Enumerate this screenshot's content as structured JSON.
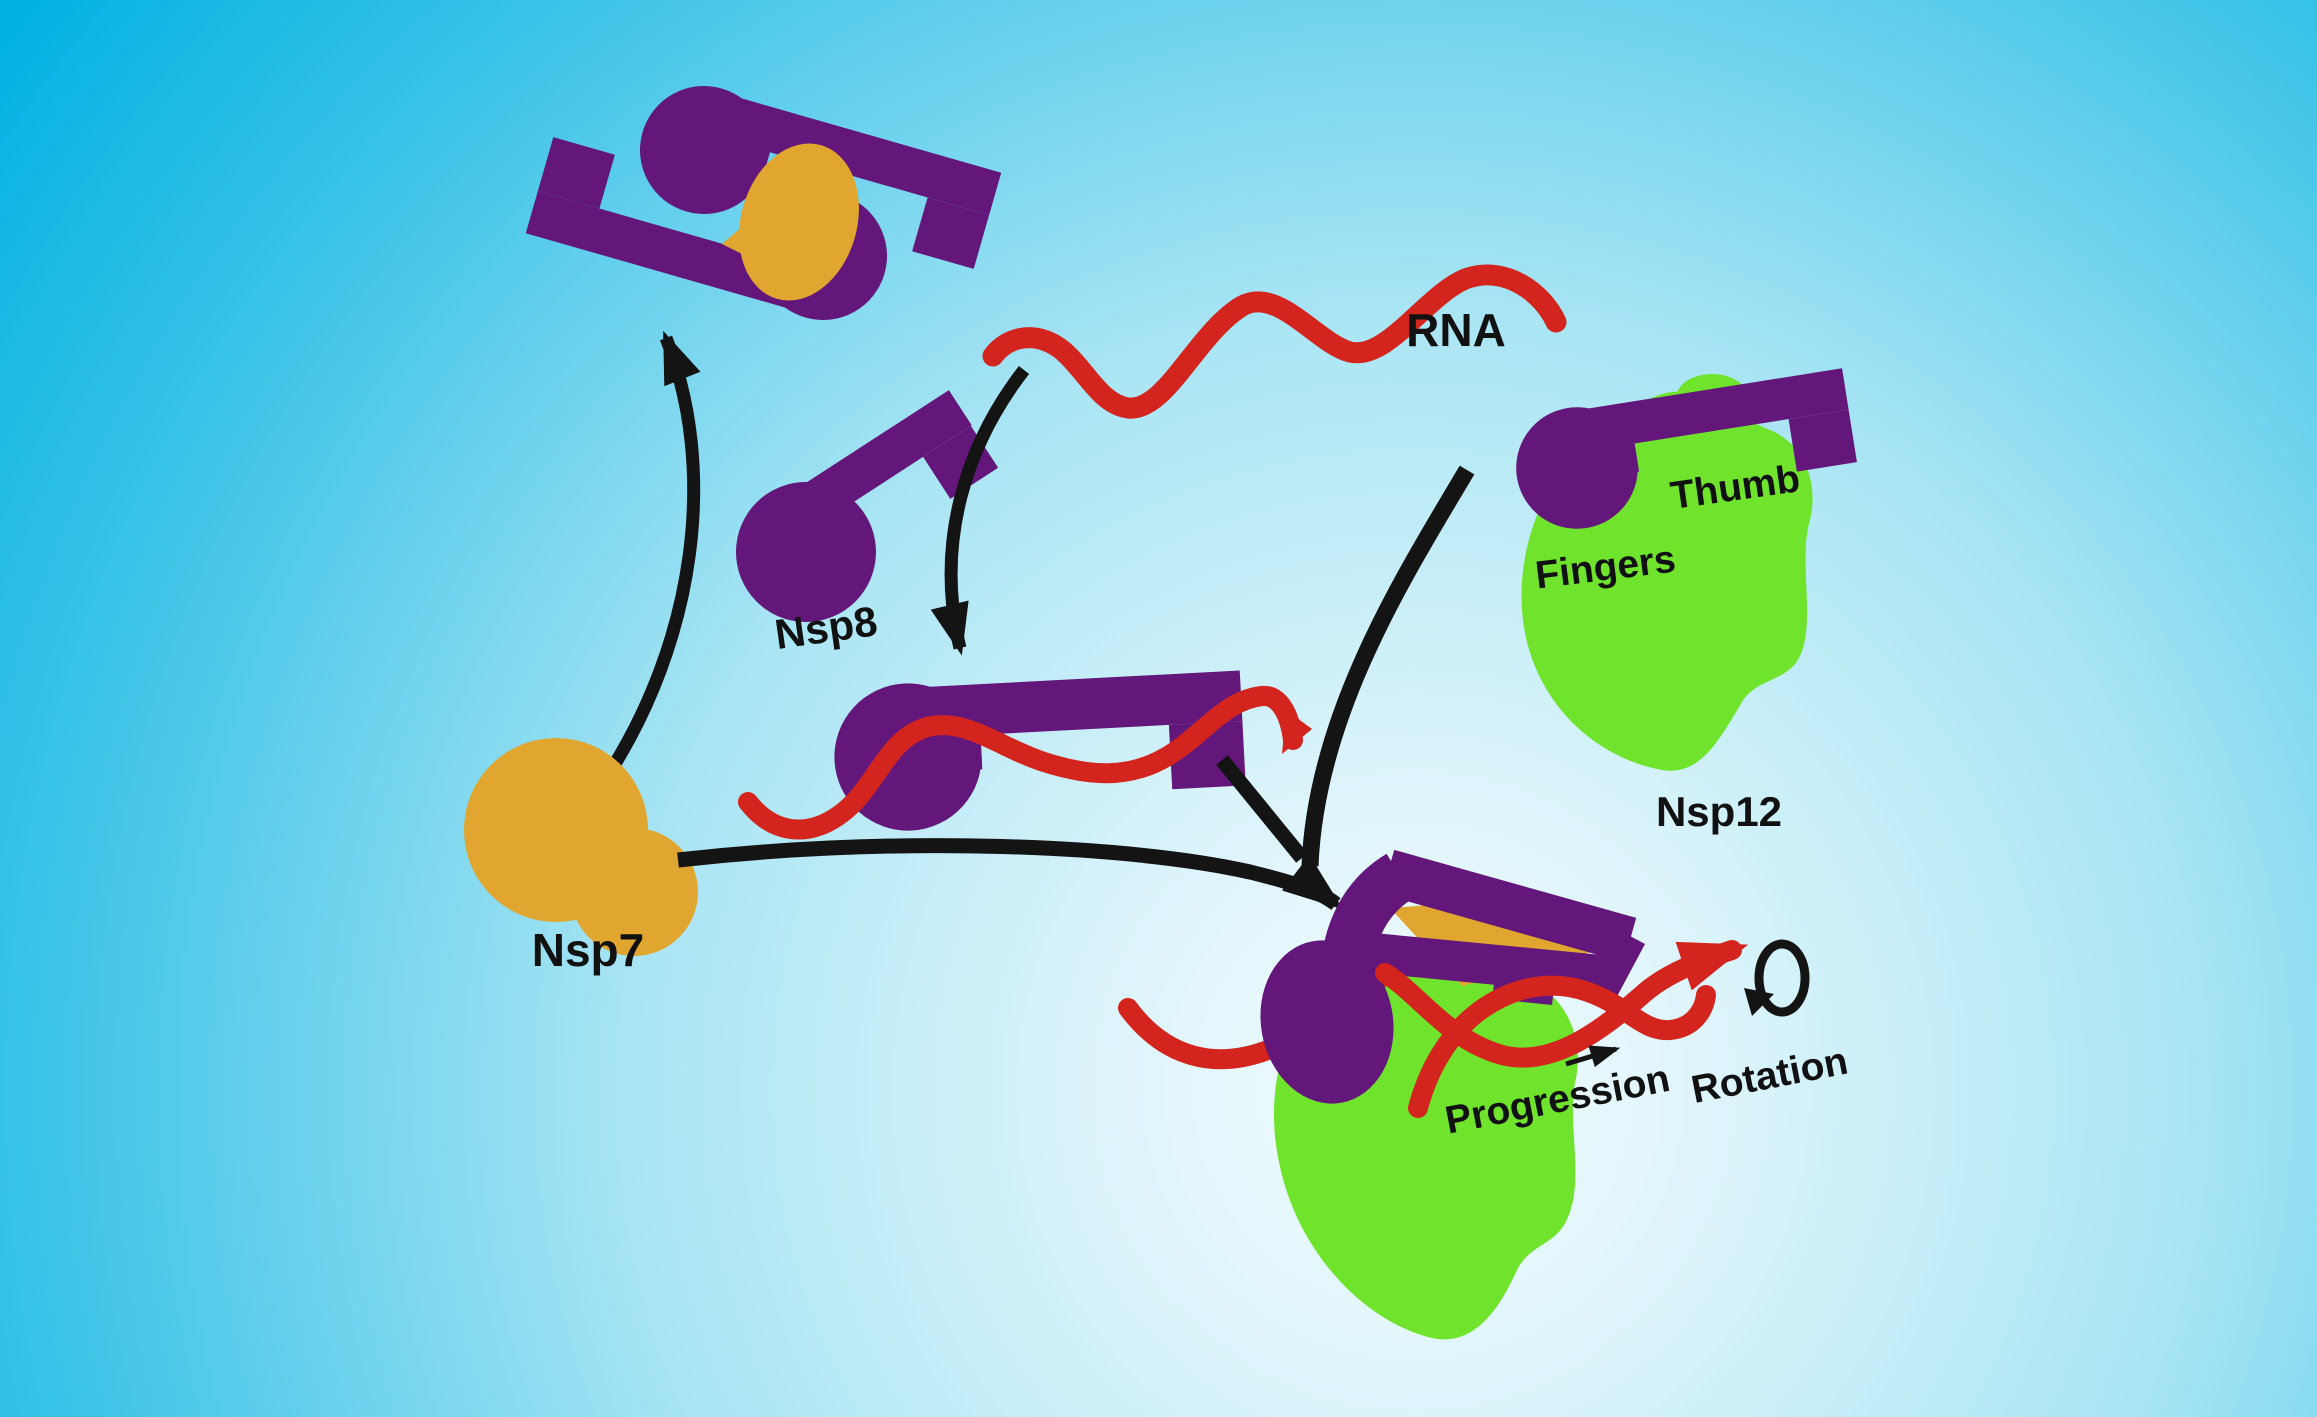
{
  "labels": {
    "rna": "RNA",
    "nsp8": "Nsp8",
    "nsp7": "Nsp7",
    "nsp12": "Nsp12",
    "thumb": "Thumb",
    "fingers": "Fingers",
    "progression": "Progression",
    "rotation": "Rotation"
  },
  "colors": {
    "background_edge": "#00b1e2",
    "background_center": "#f2fcff",
    "protein_purple": "#63177b",
    "protein_gold": "#e0a62f",
    "protein_green": "#70e42c",
    "rna_red": "#d3251e",
    "arrow_black": "#141414",
    "label_text": "#111111"
  }
}
